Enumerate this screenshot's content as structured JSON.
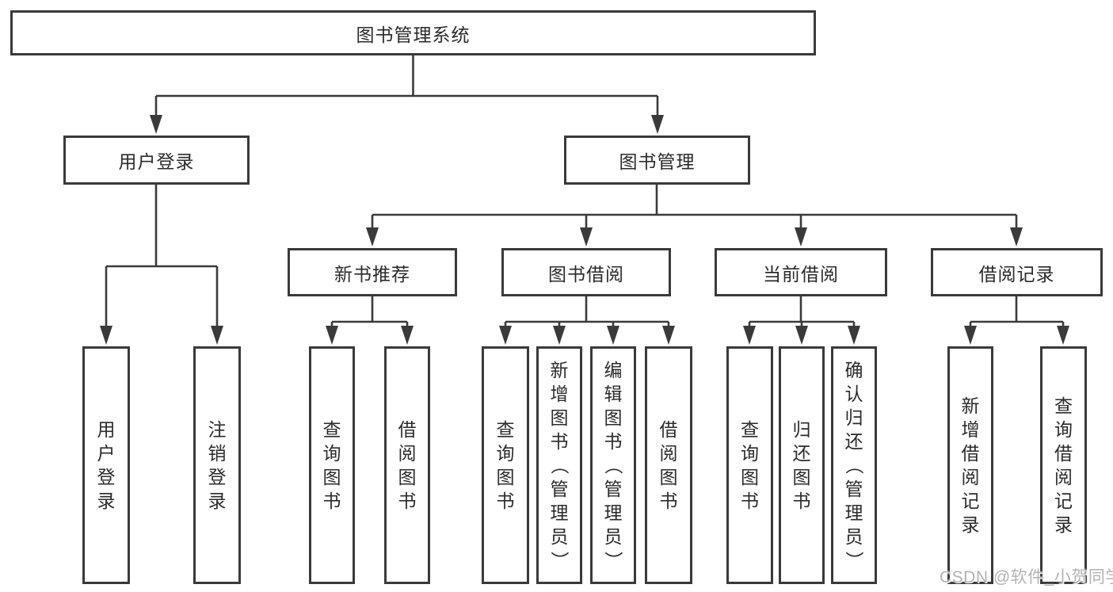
{
  "colors": {
    "line": "#3a3a3a",
    "text": "#2b2b2b",
    "background": "#ffffff",
    "watermark": "#b3b3b3"
  },
  "tree": {
    "root": {
      "label": "图书管理系统"
    },
    "branches": [
      {
        "label": "用户登录",
        "children": [
          {
            "label": "用户登录"
          },
          {
            "label": "注销登录"
          }
        ]
      },
      {
        "label": "图书管理",
        "children": [
          {
            "label": "新书推荐",
            "children": [
              {
                "label": "查询图书"
              },
              {
                "label": "借阅图书"
              }
            ]
          },
          {
            "label": "图书借阅",
            "children": [
              {
                "label": "查询图书"
              },
              {
                "label": "新增图书（管理员）"
              },
              {
                "label": "编辑图书（管理员）"
              },
              {
                "label": "借阅图书"
              }
            ]
          },
          {
            "label": "当前借阅",
            "children": [
              {
                "label": "查询图书"
              },
              {
                "label": "归还图书"
              },
              {
                "label": "确认归还（管理员）"
              }
            ]
          },
          {
            "label": "借阅记录",
            "children": [
              {
                "label": "新增借阅记录"
              },
              {
                "label": "查询借阅记录"
              }
            ]
          }
        ]
      }
    ]
  },
  "watermark": {
    "text": "CSDN @软件_小贺同学"
  }
}
